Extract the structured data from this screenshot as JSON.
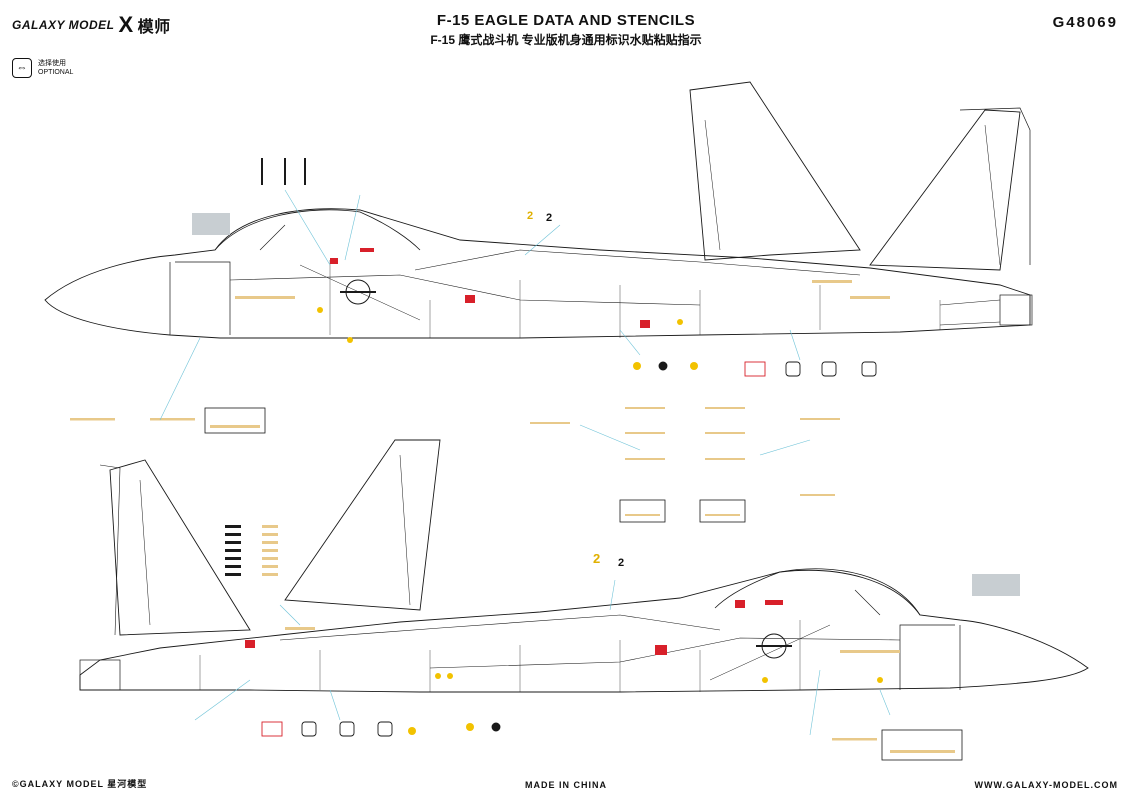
{
  "header": {
    "brand_text": "GALAXY MODEL",
    "brand_mark": "X",
    "brand_cn": "模师",
    "title_en": "F-15 EAGLE DATA AND STENCILS",
    "title_cn": "F-15 鹰式战斗机 专业版机身通用标识水贴粘贴指示",
    "product_code": "G48069"
  },
  "legend": {
    "optional_cn": "选择使用",
    "optional_en": "OPTIONAL",
    "optional_icon": "double-arrow-icon"
  },
  "callouts": {
    "top_number": "2",
    "bottom_number": "2"
  },
  "footer": {
    "copyright": "©GALAXY MODEL 星河模型",
    "made_in": "MADE IN CHINA",
    "website": "WWW.GALAXY-MODEL.COM"
  },
  "colors": {
    "line": "#1a1a1a",
    "stencil_red": "#d8202a",
    "stencil_yellow": "#f2c200",
    "stencil_tan": "#e8c98a",
    "leader_cyan": "#6fc3d8",
    "gray_panel": "#c8ced2"
  }
}
